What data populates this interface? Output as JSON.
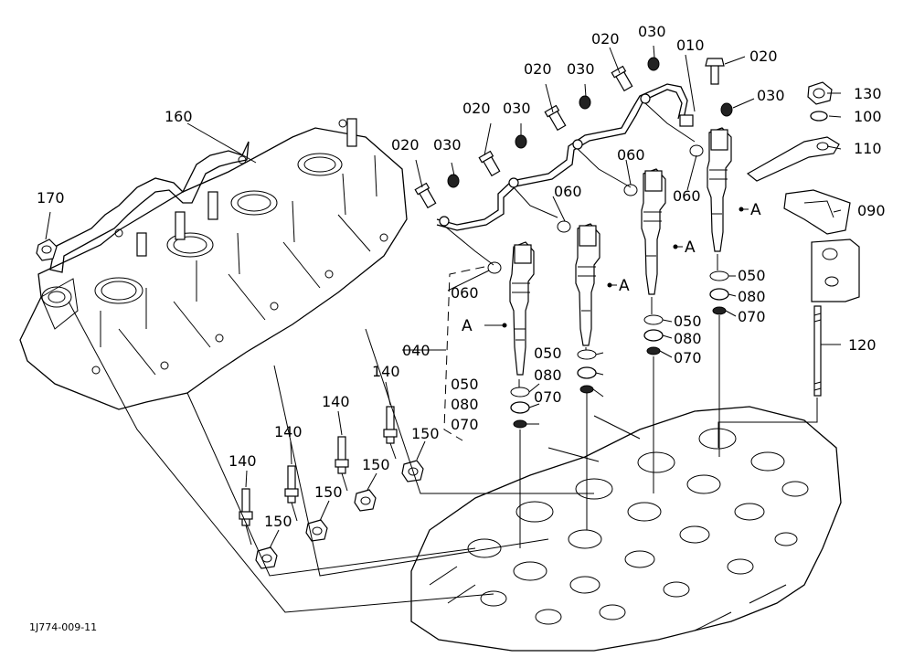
{
  "document_code": "1J774-009-11",
  "ref_letter": "A",
  "labels": {
    "p010": "010",
    "p020": "020",
    "p030": "030",
    "p040": "040",
    "p050": "050",
    "p060": "060",
    "p070": "070",
    "p080": "080",
    "p090": "090",
    "p100": "100",
    "p110": "110",
    "p120": "120",
    "p130": "130",
    "p140": "140",
    "p150": "150",
    "p160": "160",
    "p170": "170"
  }
}
